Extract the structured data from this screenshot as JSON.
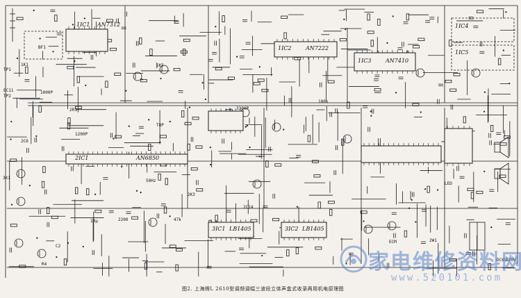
{
  "caption": "图2. 上海牌L  2610型调频调幅三波段立体声盒式收录两用机电原理图",
  "ic_labels": [
    "1IC1",
    "AN7312",
    "1IC2",
    "AN7222",
    "1IC3",
    "AN7410",
    "1IC4",
    "1IC5",
    "2IC1",
    "AN6850",
    "3IC1",
    "LB1405",
    "3IC2",
    "LB1405"
  ],
  "component_labels": [
    "BF1",
    "TP1",
    "TP2",
    "EC11",
    "1000P",
    "1K1",
    "2R1",
    "2C6",
    "3K1",
    "ECM",
    "DC6V",
    "220V",
    "50Hz",
    "47k",
    "10μ",
    "2200",
    "1200P",
    "3300P",
    "100k",
    "1K5",
    "2K3",
    "TOP",
    "R4",
    "C2",
    "2W1",
    "LED",
    "2C14"
  ],
  "watermark": {
    "cn": "家电维修资料网",
    "url": "www.520101.com"
  },
  "colors": {
    "ink": "#1a1a1a",
    "paper": "#f4f1ec",
    "watermark": "#5a82c8"
  }
}
